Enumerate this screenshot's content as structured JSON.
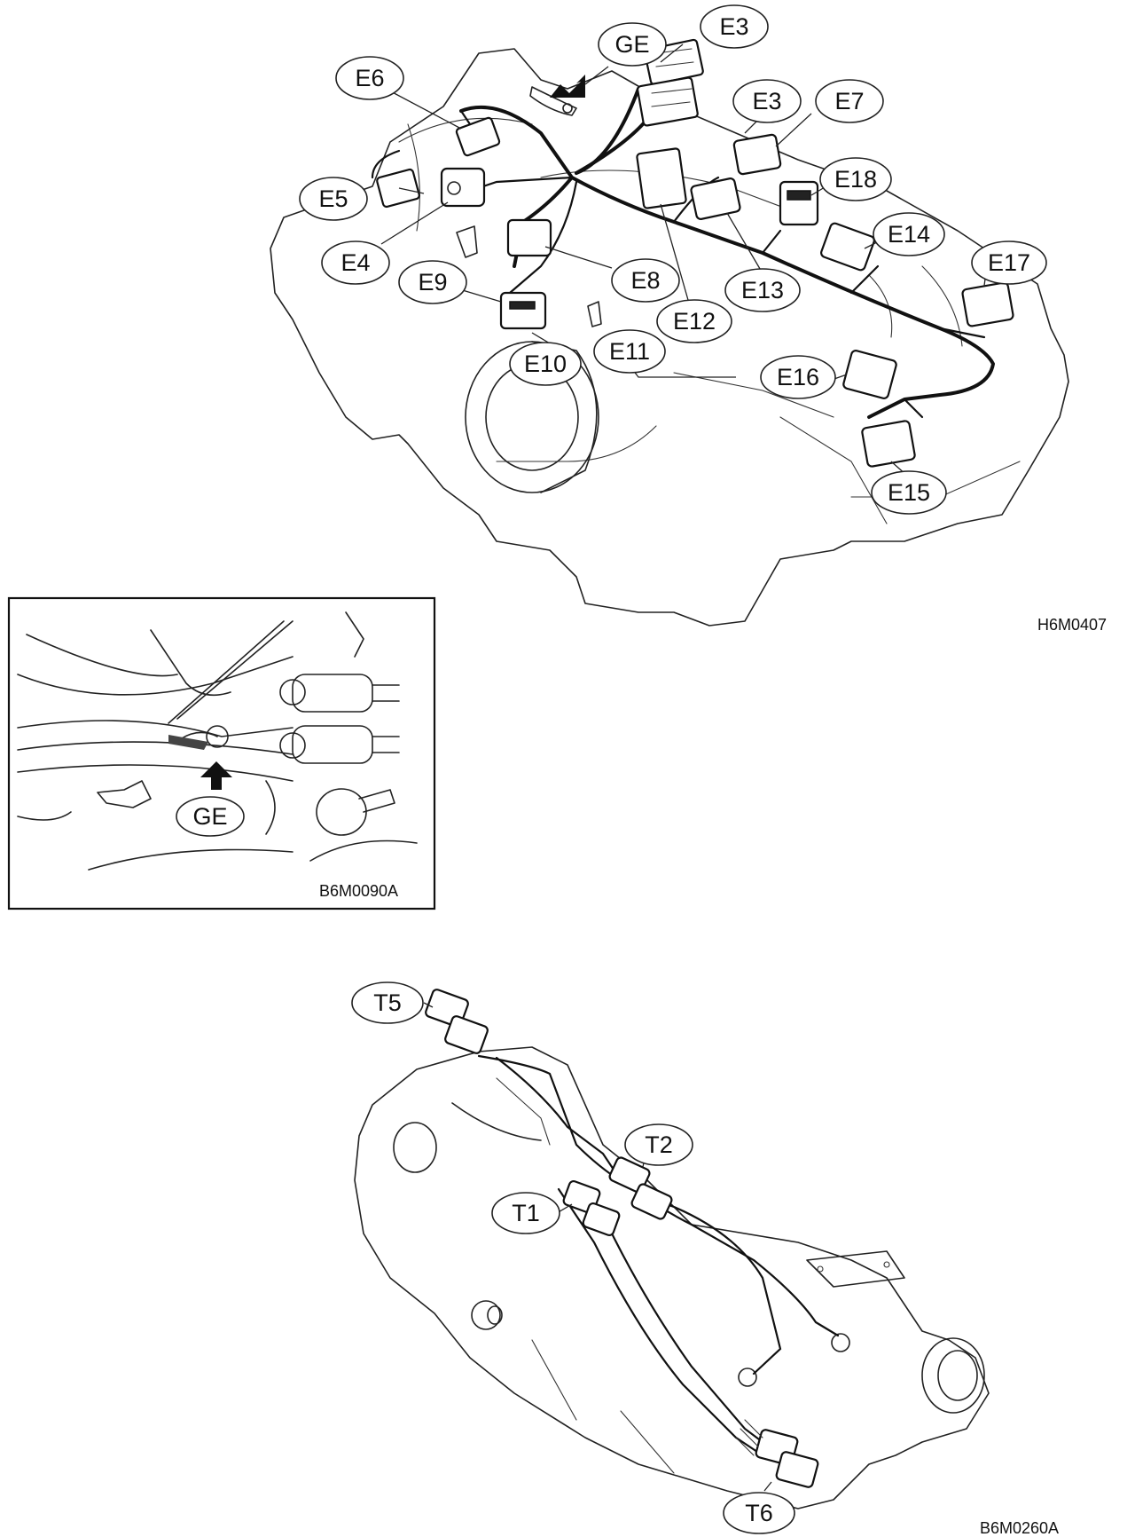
{
  "figures": [
    {
      "id": "engine-harness",
      "code": "H6M0407",
      "callouts": [
        "GE",
        "E3",
        "E6",
        "E3",
        "E7",
        "E18",
        "E5",
        "E14",
        "E4",
        "E9",
        "E8",
        "E13",
        "E17",
        "E12",
        "E11",
        "E10",
        "E16",
        "E15"
      ]
    },
    {
      "id": "ground-detail",
      "code": "B6M0090A",
      "callouts": [
        "GE"
      ]
    },
    {
      "id": "transmission-harness",
      "code": "B6M0260A",
      "callouts": [
        "T5",
        "T2",
        "T1",
        "T6"
      ]
    }
  ]
}
